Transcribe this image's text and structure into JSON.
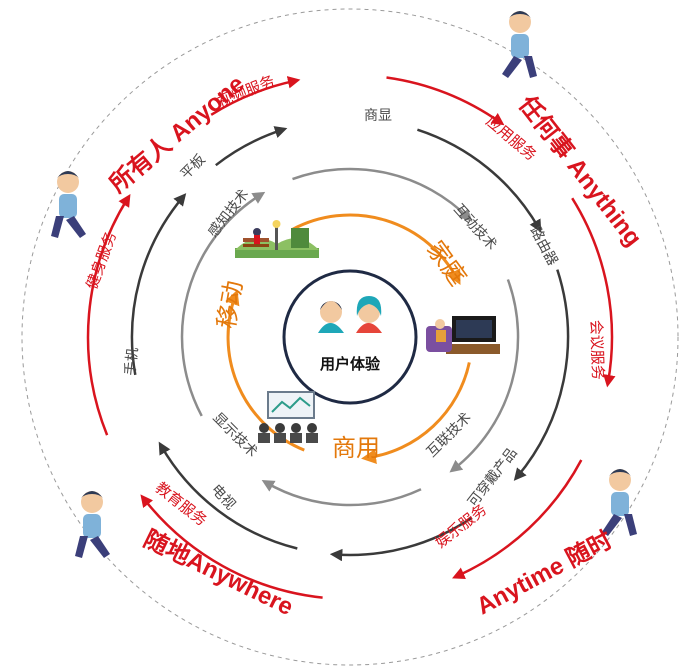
{
  "center": {
    "label": "用户体验"
  },
  "corners": {
    "top_left": "所有人 Anyone",
    "top_right": "任何事 Anything",
    "bottom_right": "Anytime 随时",
    "bottom_left": "随地Anywhere"
  },
  "outer_ring_labels": {
    "video_services": "视频服务",
    "app_services": "应用服务",
    "meeting_services": "会议服务",
    "entertainment_services": "娱乐服务",
    "education_services": "教育服务",
    "fitness_services": "健身服务"
  },
  "middle_ring_labels": {
    "commercial_display": "商显",
    "router": "路由器",
    "wearables": "可穿戴产品",
    "tv": "电视",
    "phone": "手机",
    "tablet": "平板"
  },
  "inner_ring_labels": {
    "sensing_tech": "感知技术",
    "interaction_tech": "互动技术",
    "internet_tech": "互联技术",
    "display_tech": "显示技术"
  },
  "core_labels": {
    "home": "家庭",
    "commercial": "商用",
    "mobile": "移动"
  },
  "colors": {
    "outer_ring": "#d9141e",
    "middle_ring": "#3a3a3a",
    "inner_ring": "#8c8c8c",
    "core_ring": "#f08c1e",
    "center_border": "#1f2a44"
  },
  "icons": {
    "center": "people-avatars-icon",
    "mobile": "park-bench-icon",
    "home": "living-room-tv-icon",
    "commercial": "meeting-room-icon",
    "person": "walking-person-icon"
  }
}
